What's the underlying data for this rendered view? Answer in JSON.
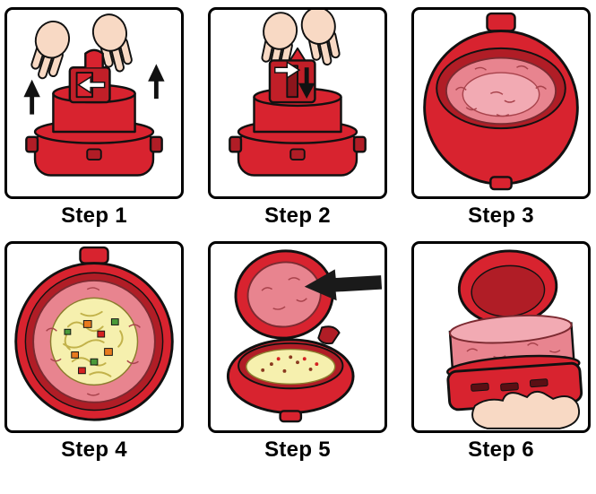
{
  "steps": [
    {
      "label": "Step 1"
    },
    {
      "label": "Step 2"
    },
    {
      "label": "Step 3"
    },
    {
      "label": "Step 4"
    },
    {
      "label": "Step 5"
    },
    {
      "label": "Step 6"
    }
  ],
  "colors": {
    "device_red": "#d8232f",
    "device_dark_red": "#b01d26",
    "meat_pink": "#e8848f",
    "meat_light_pink": "#f2aab3",
    "filling_yellow": "#f6f0ae",
    "skin": "#f8d9c4",
    "outline": "#111111",
    "panel_border": "#000000",
    "background": "#ffffff"
  }
}
